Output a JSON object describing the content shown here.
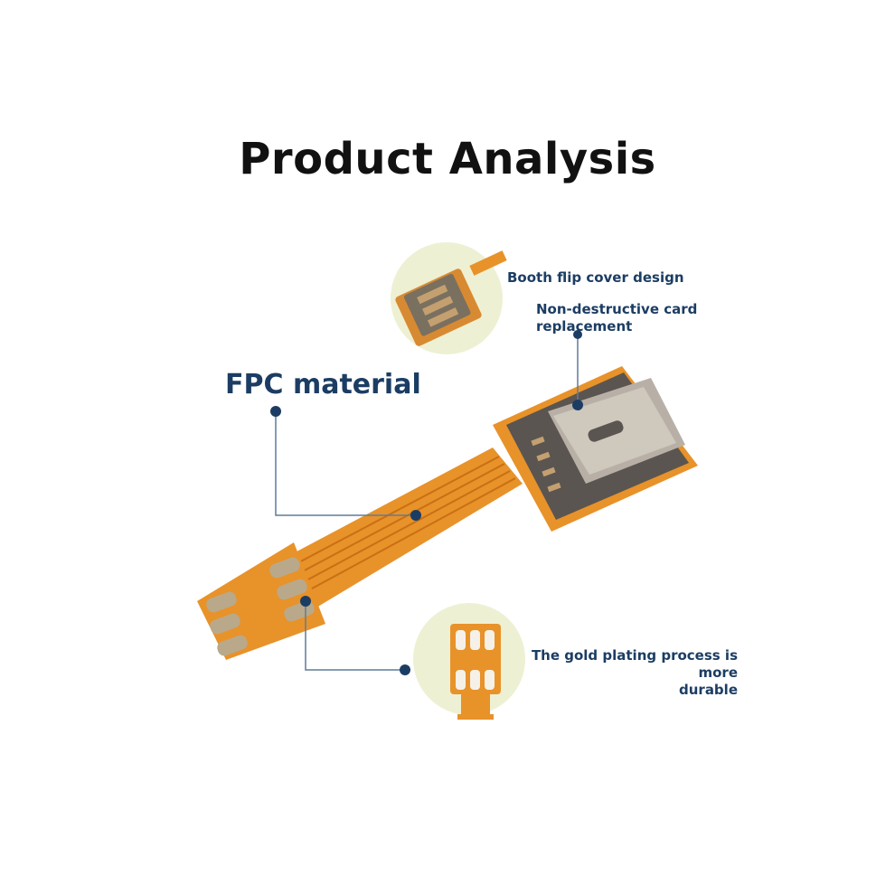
{
  "title": "Product Analysis",
  "labels": {
    "fpc_material": "FPC material",
    "flip_cover": "Booth flip cover design",
    "non_destructive_line1": "Non-destructive card",
    "non_destructive_line2": "replacement",
    "gold_plating_line1": "The gold plating process is more",
    "gold_plating_line2": "durable"
  },
  "colors": {
    "accent_navy": "#1c3d63",
    "fpc_orange": "#e8922a",
    "inset_bg": "#eef0d3",
    "contact_gray": "#b9a98a"
  }
}
